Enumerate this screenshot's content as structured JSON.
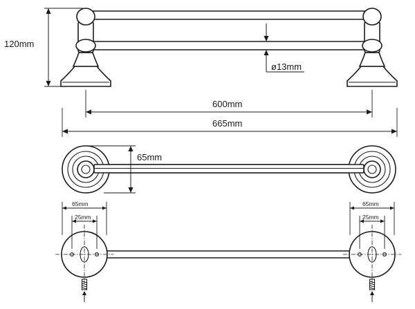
{
  "dimensions": {
    "height": "120mm",
    "rod_diameter": "ø13mm",
    "inner_length": "600mm",
    "overall_length": "665mm",
    "base_depth": "65mm",
    "base_left": "65mm",
    "holes_left": "25mm",
    "base_right": "65mm",
    "holes_right": "25mm"
  }
}
